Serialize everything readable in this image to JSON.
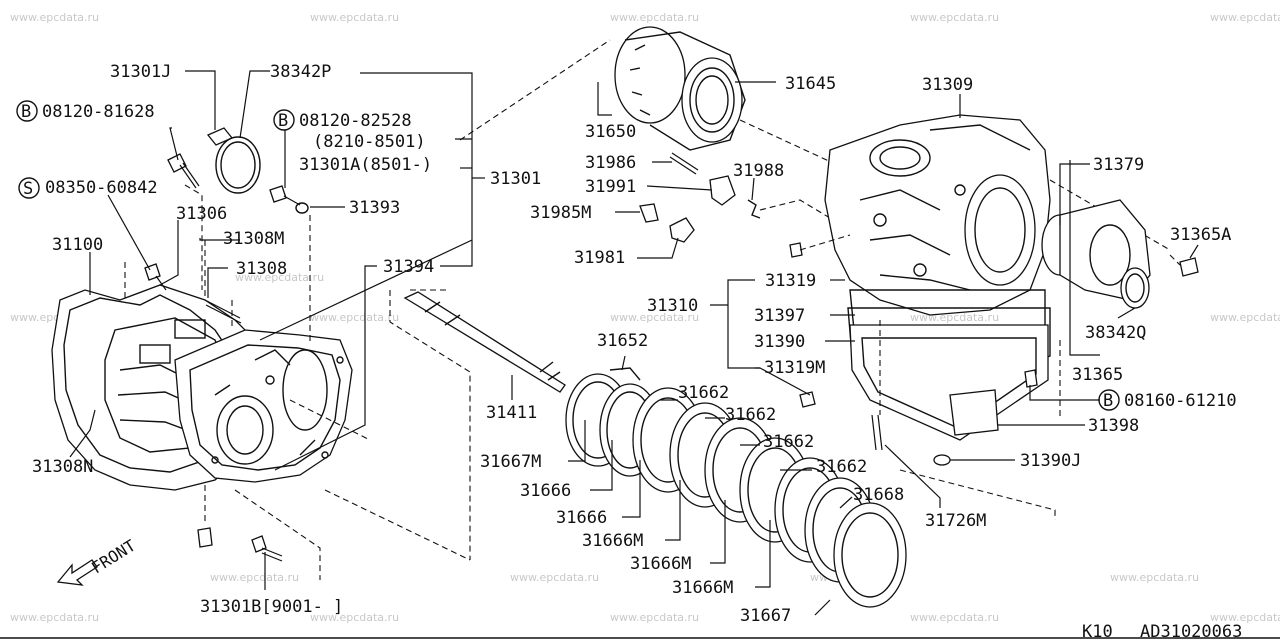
{
  "watermark_text": "www.epcdata.ru",
  "front_label": "FRONT",
  "footer": {
    "model": "K10",
    "code": "AD31020063"
  },
  "labels": {
    "l31301J": "31301J",
    "l38342P": "38342P",
    "l08120_81628": "08120-81628",
    "l08120_82528": "08120-82528",
    "l8210_8501": "(8210-8501)",
    "l31301A": "31301A(8501-)",
    "l31301": "31301",
    "l31393": "31393",
    "l08350_60842": "08350-60842",
    "l31306": "31306",
    "l31308M": "31308M",
    "l31100": "31100",
    "l31308": "31308",
    "l31394": "31394",
    "l31308N": "31308N",
    "l31301B": "31301B[9001-     ]",
    "l31650": "31650",
    "l31645": "31645",
    "l31986": "31986",
    "l31991": "31991",
    "l31988": "31988",
    "l31985M": "31985M",
    "l31981": "31981",
    "l31309": "31309",
    "l31379": "31379",
    "l31365A": "31365A",
    "l31319": "31319",
    "l31310": "31310",
    "l31397": "31397",
    "l31390": "31390",
    "l31319M": "31319M",
    "l38342Q": "38342Q",
    "l31365": "31365",
    "l08160_61210": "08160-61210",
    "l31398": "31398",
    "l31390J": "31390J",
    "l31652": "31652",
    "l31411": "31411",
    "l31662a": "31662",
    "l31662b": "31662",
    "l31662c": "31662",
    "l31662d": "31662",
    "l31667M": "31667M",
    "l31666a": "31666",
    "l31666b": "31666",
    "l31666Ma": "31666M",
    "l31666Mb": "31666M",
    "l31666Mc": "31666M",
    "l31668": "31668",
    "l31726M": "31726M",
    "l31667": "31667"
  },
  "circle_markers": {
    "b1": "B",
    "b2": "B",
    "s1": "S",
    "b3": "B"
  }
}
